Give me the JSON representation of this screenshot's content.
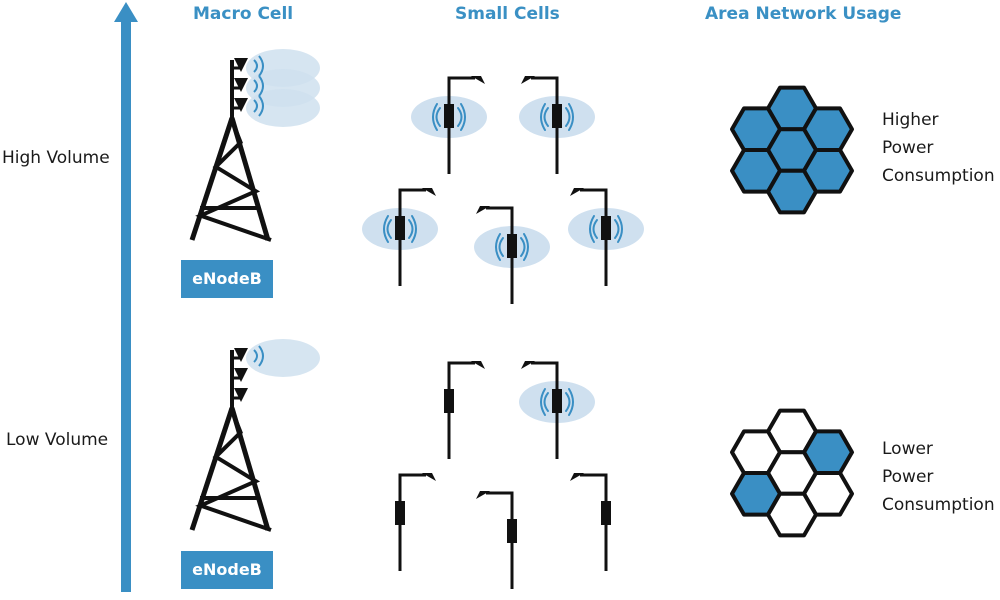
{
  "headers": {
    "macro_cell": "Macro Cell",
    "small_cells": "Small Cells",
    "area_network_usage": "Area Network Usage"
  },
  "rows": {
    "high": {
      "label": "High Volume",
      "enodeb": "eNodeB",
      "power_line1": "Higher",
      "power_line2": "Power",
      "power_line3": "Consumption",
      "macro_active_antennas": 3,
      "small_cells_active": [
        true,
        true,
        true,
        true,
        true
      ],
      "hex_filled": [
        true,
        true,
        true,
        true,
        true,
        true,
        true
      ]
    },
    "low": {
      "label": "Low Volume",
      "enodeb": "eNodeB",
      "power_line1": "Lower",
      "power_line2": "Power",
      "power_line3": "Consumption",
      "macro_active_antennas": 1,
      "small_cells_active": [
        false,
        true,
        false,
        false,
        false
      ],
      "hex_filled": [
        false,
        false,
        true,
        false,
        true,
        false,
        false
      ]
    }
  },
  "colors": {
    "accent": "#3a8fc4",
    "signal_bubble": "#cfe0ef",
    "line": "#111111"
  }
}
